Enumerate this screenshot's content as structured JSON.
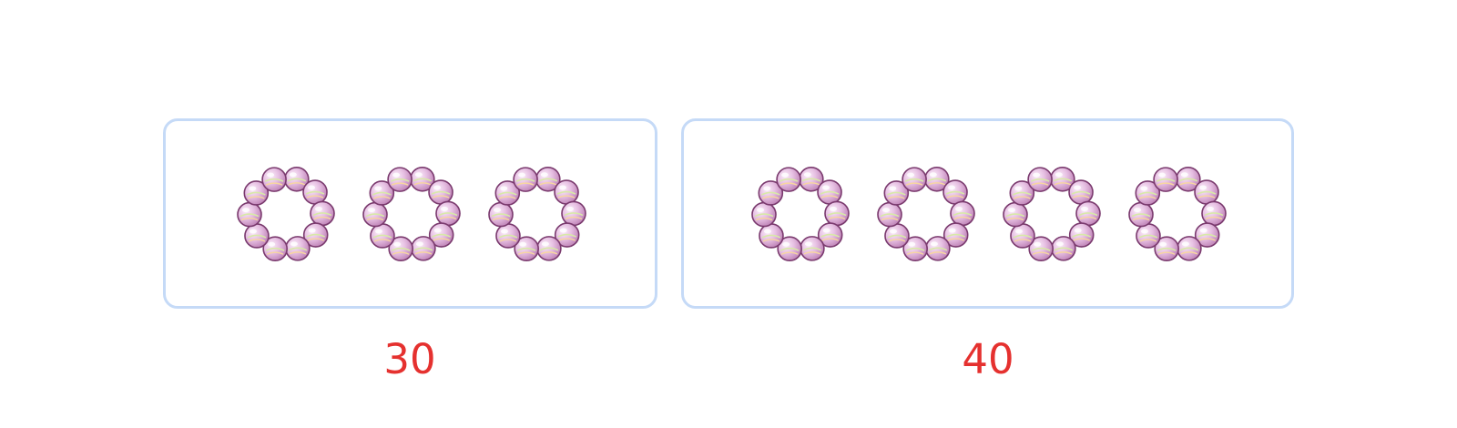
{
  "groups": [
    {
      "rings": 3,
      "beads_per_ring": 10,
      "count_label": "30"
    },
    {
      "rings": 4,
      "beads_per_ring": 10,
      "count_label": "40"
    }
  ],
  "colors": {
    "panel_border": "#c5daf7",
    "count_text": "#e5312f",
    "bead_fill": "#e6bfe2",
    "bead_outline": "#7a3a6e"
  },
  "icons": {
    "ring": "bead-ring-icon",
    "bead": "bead-icon"
  }
}
